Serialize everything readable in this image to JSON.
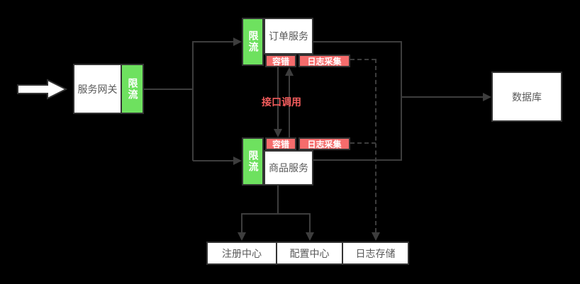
{
  "gateway": {
    "label": "服务网关",
    "rate_limit_label": "限流"
  },
  "order_service": {
    "name": "订单服务",
    "rate_limit_label": "限流",
    "fault_label": "容错",
    "log_label": "日志采集"
  },
  "product_service": {
    "name": "商品服务",
    "rate_limit_label": "限流",
    "fault_label": "容错",
    "log_label": "日志采集"
  },
  "interface_call_label": "接口调用",
  "database": {
    "label": "数据库"
  },
  "bottom_nodes": {
    "registry": "注册中心",
    "config": "配置中心",
    "log_store": "日志存储"
  },
  "colors": {
    "background": "#000000",
    "rate_limit_green": "#6ee15f",
    "fault_log_red": "#f56c6c",
    "line_gray": "#3d3d3d",
    "box_border": "#333333",
    "box_text": "#595959",
    "interface_call_text": "#f25c5c"
  }
}
